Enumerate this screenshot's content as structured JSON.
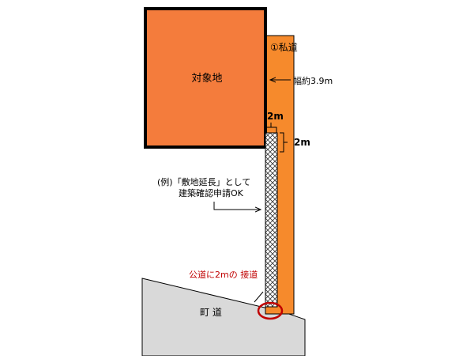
{
  "diagram": {
    "target_land_label": "対象地",
    "private_road_label": "①私道",
    "road_width_label": "幅約3.9m",
    "dim_top_label": "2m",
    "dim_side_label": "2m",
    "example_line1": "(例)「敷地延長」として",
    "example_line2": "建築確認申請OK",
    "frontage_note": "公道に2mの 接道",
    "town_road_label": "町 道",
    "colors": {
      "target_fill": "#F47C3C",
      "private_road_fill": "#F68A2C",
      "town_road_fill": "#D9D9D9",
      "annotation_red": "#C00000",
      "outline": "#000000"
    }
  }
}
